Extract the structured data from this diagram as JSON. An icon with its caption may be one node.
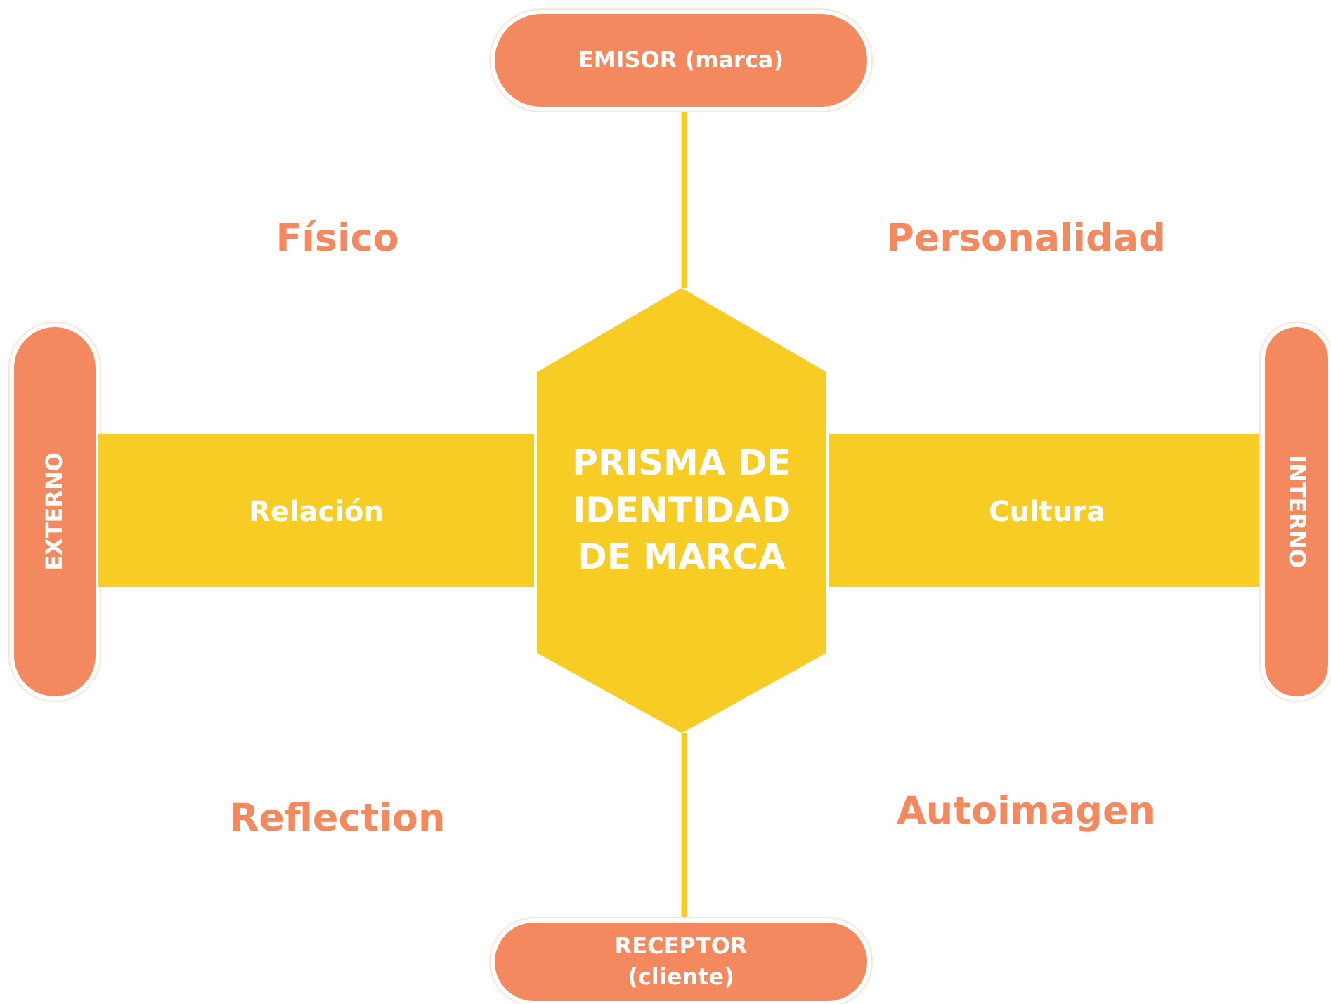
{
  "diagram": {
    "nodes": [
      {
        "text": [
          "EMISOR (marca)"
        ]
      },
      {
        "text": [
          "EXTERNO"
        ]
      },
      {
        "text": [
          "Relación"
        ]
      },
      {
        "text": [
          "PRISMA DE IDENTIDAD DE MARCA"
        ]
      },
      {
        "text": [
          "Cultura"
        ]
      },
      {
        "text": [
          "INTERNO"
        ]
      },
      {
        "text": [
          "RECEPTOR (cliente)"
        ]
      }
    ],
    "edges": [
      {
        "from": 0,
        "to": 3,
        "arrow": "none"
      },
      {
        "from": 3,
        "to": 6,
        "arrow": "none"
      }
    ],
    "labels": [
      "Físico",
      "Personalidad",
      "Reflection",
      "Autoimagen"
    ]
  }
}
